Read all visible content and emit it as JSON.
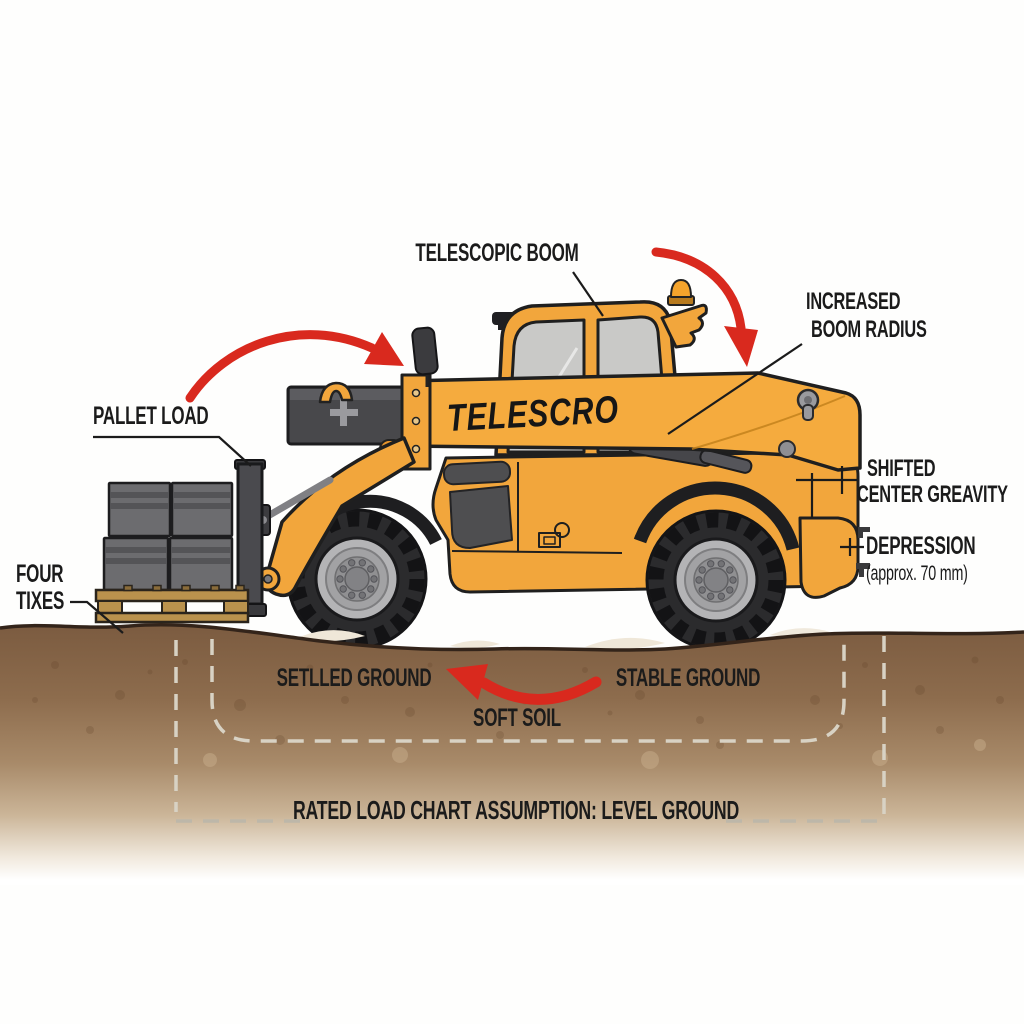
{
  "diagram": {
    "labels": {
      "telescopic_boom": "TELESCOPIC BOOM",
      "increased_boom_radius": [
        "INCREASED",
        "BOOM RADIUS"
      ],
      "pallet_load": "PALLET LOAD",
      "four_tixes": [
        "FOUR",
        "TIXES"
      ],
      "shifted_center_gravity": [
        "SHIFTED",
        "CENTER GREAVITY"
      ],
      "depression": "DEPRESSION",
      "depression_detail": "(approx. 70 mm)",
      "setlled_ground": "SETLLED GROUND",
      "soft_soil": "SOFT SOIL",
      "stable_ground": "STABLE GROUND",
      "caption": "RATED LOAD CHART ASSUMPTION: LEVEL GROUND"
    },
    "machine": {
      "brand": "TELESCRO",
      "type": "telehandler"
    },
    "colors": {
      "body_yellow": "#F2A63C",
      "arrow_red": "#D9291E",
      "soil_brown": "#7A5A3F",
      "pallet_wood": "#BA924D",
      "box_gray": "#6C6C6F",
      "dash_line": "#D8D2C4",
      "outline": "#1F1F1F"
    }
  }
}
